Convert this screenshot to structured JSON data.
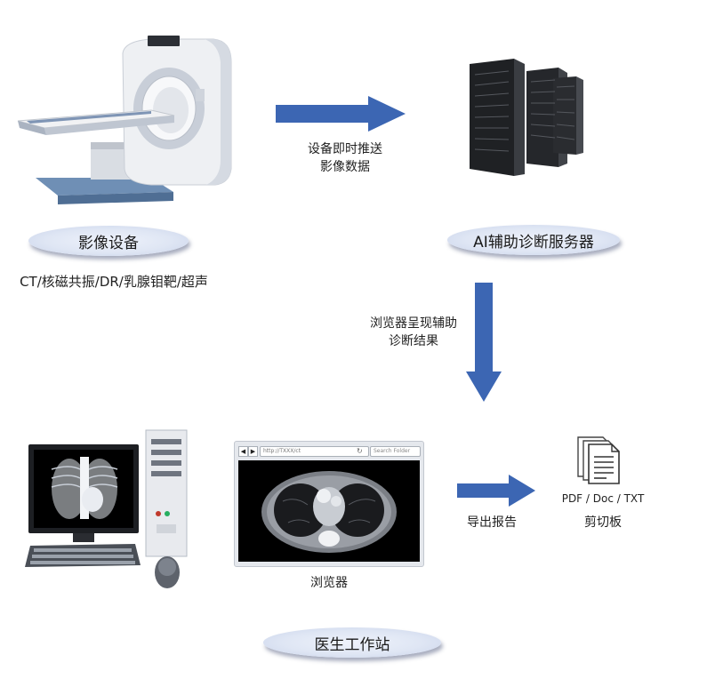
{
  "nodes": {
    "imaging": {
      "label": "影像设备",
      "subtitle": "CT/核磁共振/DR/乳腺钼靶/超声"
    },
    "server": {
      "label": "AI辅助诊断服务器"
    },
    "workstation": {
      "label": "医生工作站"
    },
    "browser": {
      "label": "浏览器",
      "address_bar": "http://TXXX/ct",
      "search_box": "Search Folder"
    },
    "clipboard": {
      "formats": "PDF / Doc / TXT",
      "label": "剪切板"
    }
  },
  "edges": {
    "push": {
      "line1": "设备即时推送",
      "line2": "影像数据"
    },
    "present": {
      "line1": "浏览器呈现辅助",
      "line2": "诊断结果"
    },
    "export": {
      "label": "导出报告"
    }
  },
  "colors": {
    "arrow": "#3c66b3",
    "pill_fill": "#e2e8f5",
    "pill_shadow": "#4a5580"
  }
}
